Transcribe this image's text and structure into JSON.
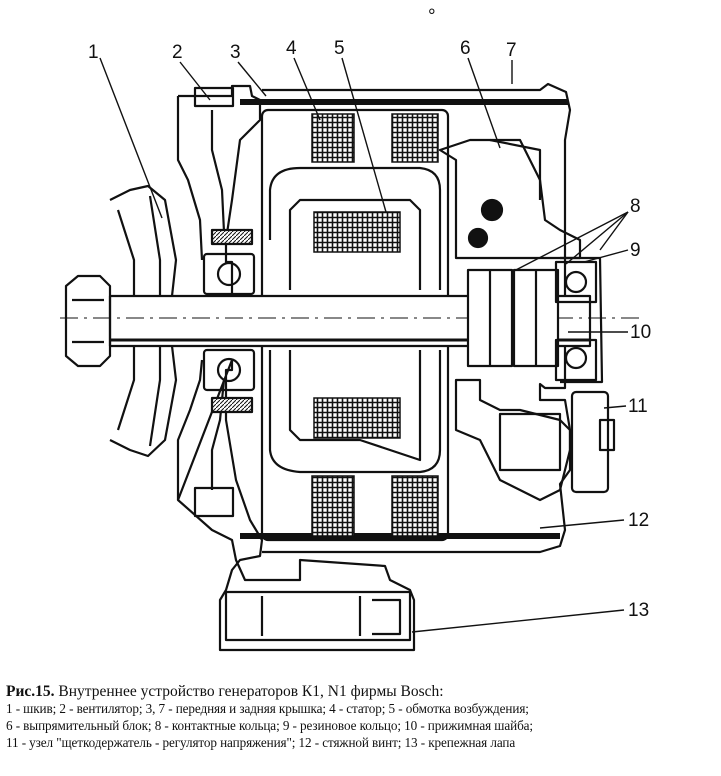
{
  "figure": {
    "callouts": [
      "1",
      "2",
      "3",
      "4",
      "5",
      "6",
      "7",
      "8",
      "9",
      "10",
      "11",
      "12",
      "13"
    ],
    "top_mark": "°"
  },
  "caption": {
    "figure_number": "Рис.15.",
    "title": "Внутреннее устройство генераторов К1, N1 фирмы Bosch:",
    "lines": [
      "1 - шкив; 2 - вентилятор; 3, 7 - передняя и задняя крышка; 4 - статор; 5 - обмотка возбуждения;",
      "6 - выпрямительный блок; 8 - контактные кольца; 9 - резиновое кольцо; 10 - прижимная шайба;",
      "11 - узел \"щеткодержатель - регулятор напряжения\"; 12 - стяжной винт; 13 - крепежная лапа"
    ]
  }
}
